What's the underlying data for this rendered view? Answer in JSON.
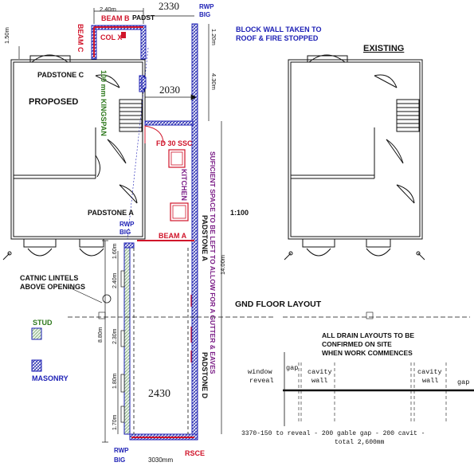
{
  "labels": {
    "dim_top_2330": "2330",
    "dim_top_240": "2.40m",
    "dim_150": "1.50m",
    "dim_120": "1.20m",
    "dim_430": "4.30m",
    "dim_2030": "2030",
    "dim_1400": "14.00m",
    "dim_160": "1.60m",
    "dim_240b": "2.40m",
    "dim_880": "8.80m",
    "dim_230": "2.30m",
    "dim_180": "1.80m",
    "dim_170": "1.70m",
    "dim_2430": "2430",
    "dim_3030": "3030mm",
    "beam_b": "BEAM B",
    "padst": "PADST",
    "beam_c": "BEAM C",
    "col_x": "COL X",
    "padstone_c": "PADSTONE C",
    "kingspan": "100 mm KINGSPAN",
    "proposed": "PROPOSED",
    "rwp_big_top": "RWP",
    "rwp_big_top2": "BIG",
    "block_wall_1": "BLOCK WALL TAKEN TO",
    "block_wall_2": "ROOF & FIRE STOPPED",
    "fd30": "FD 30 SSC",
    "kitchen": "KITCHEN",
    "sufficient": "SUFICIENT SPACE TO BE LEFT TO ALLOW FOR A GUTTER & EAVES",
    "padstone_a": "PADSTONE A",
    "padstone_a_v": "PADSTONE A",
    "rwp_mid": "RWP",
    "rwp_mid2": "BIG",
    "beam_a": "BEAM A",
    "scale": "1:100",
    "catnic_1": "CATNIC LINTELS",
    "catnic_2": "ABOVE OPENINGS",
    "stud": "STUD",
    "masonry": "MASONRY",
    "padstone_d": "PADSTONE D",
    "rwp_bot": "RWP",
    "rwp_bot2": "BIG",
    "rsce": "RSCE",
    "existing": "EXISTING",
    "gnd_floor": "GND FLOOR LAYOUT",
    "drain_1": "ALL DRAIN LAYOUTS TO BE",
    "drain_2": "CONFIRMED ON SITE",
    "drain_3": "WHEN WORK COMMENCES",
    "window": "window",
    "reveal": "reveal",
    "gap1": "gap",
    "cavity1": "cavity",
    "wall1": "wall",
    "cavity2": "cavity",
    "wall2": "wall",
    "gap2": "gap",
    "formula_1": "3370-150 to reveal  - 200  gable gap - 200 cavit -",
    "formula_2": "total 2,600mm"
  },
  "colors": {
    "red": "#d0142a",
    "blue": "#1c1fb5",
    "green": "#2f7a1e",
    "purple": "#7a1c86",
    "black": "#111111"
  }
}
